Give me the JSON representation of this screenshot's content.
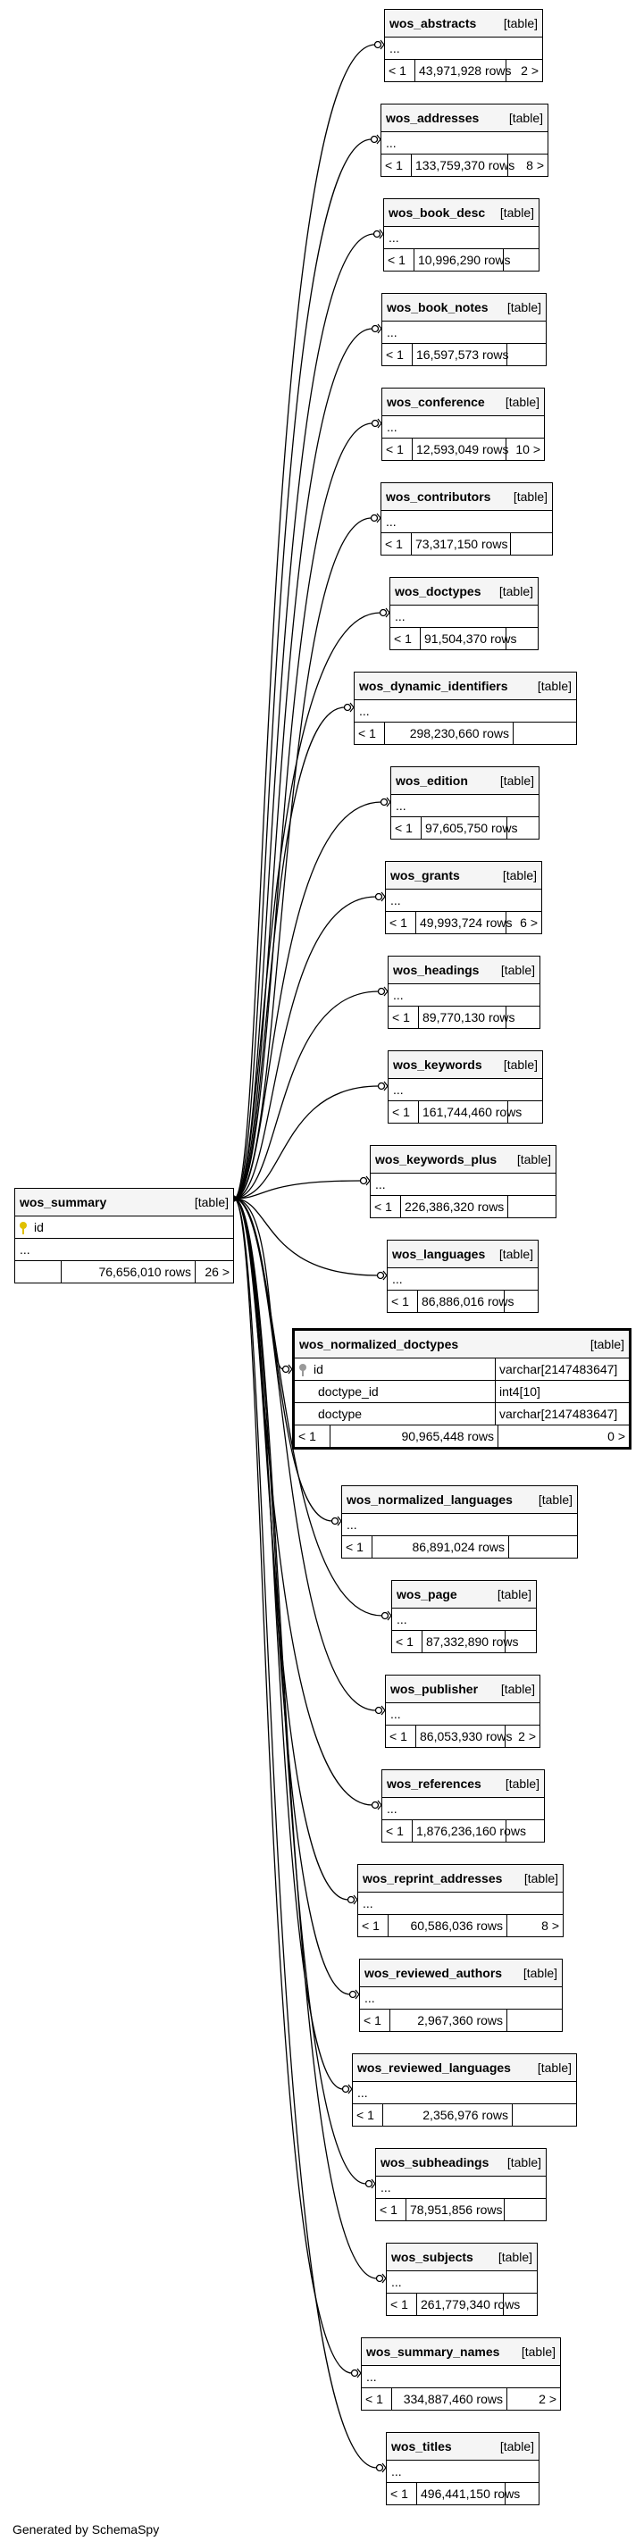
{
  "summary": {
    "name": "wos_summary",
    "tag": "[table]",
    "key_column": "id",
    "ellipsis": "...",
    "rows": "76,656,010 rows",
    "children": "26 >"
  },
  "normalized_doctypes": {
    "name": "wos_normalized_doctypes",
    "tag": "[table]",
    "columns": [
      {
        "name": "id",
        "type": "varchar[2147483647]"
      },
      {
        "name": "doctype_id",
        "type": "int4[10]"
      },
      {
        "name": "doctype",
        "type": "varchar[2147483647]"
      }
    ],
    "parents": "< 1",
    "rows": "90,965,448 rows",
    "children": "0 >"
  },
  "tables": [
    {
      "name": "wos_abstracts",
      "tag": "[table]",
      "ellipsis": "...",
      "parents": "< 1",
      "rows": "43,971,928 rows",
      "children": "2 >"
    },
    {
      "name": "wos_addresses",
      "tag": "[table]",
      "ellipsis": "...",
      "parents": "< 1",
      "rows": "133,759,370 rows",
      "children": "8 >"
    },
    {
      "name": "wos_book_desc",
      "tag": "[table]",
      "ellipsis": "...",
      "parents": "< 1",
      "rows": "10,996,290 rows",
      "children": ""
    },
    {
      "name": "wos_book_notes",
      "tag": "[table]",
      "ellipsis": "...",
      "parents": "< 1",
      "rows": "16,597,573 rows",
      "children": ""
    },
    {
      "name": "wos_conference",
      "tag": "[table]",
      "ellipsis": "...",
      "parents": "< 1",
      "rows": "12,593,049 rows",
      "children": "10 >"
    },
    {
      "name": "wos_contributors",
      "tag": "[table]",
      "ellipsis": "...",
      "parents": "< 1",
      "rows": "73,317,150 rows",
      "children": ""
    },
    {
      "name": "wos_doctypes",
      "tag": "[table]",
      "ellipsis": "...",
      "parents": "< 1",
      "rows": "91,504,370 rows",
      "children": ""
    },
    {
      "name": "wos_dynamic_identifiers",
      "tag": "[table]",
      "ellipsis": "...",
      "parents": "< 1",
      "rows": "298,230,660 rows",
      "children": ""
    },
    {
      "name": "wos_edition",
      "tag": "[table]",
      "ellipsis": "...",
      "parents": "< 1",
      "rows": "97,605,750 rows",
      "children": ""
    },
    {
      "name": "wos_grants",
      "tag": "[table]",
      "ellipsis": "...",
      "parents": "< 1",
      "rows": "49,993,724 rows",
      "children": "6 >"
    },
    {
      "name": "wos_headings",
      "tag": "[table]",
      "ellipsis": "...",
      "parents": "< 1",
      "rows": "89,770,130 rows",
      "children": ""
    },
    {
      "name": "wos_keywords",
      "tag": "[table]",
      "ellipsis": "...",
      "parents": "< 1",
      "rows": "161,744,460 rows",
      "children": ""
    },
    {
      "name": "wos_keywords_plus",
      "tag": "[table]",
      "ellipsis": "...",
      "parents": "< 1",
      "rows": "226,386,320 rows",
      "children": ""
    },
    {
      "name": "wos_languages",
      "tag": "[table]",
      "ellipsis": "...",
      "parents": "< 1",
      "rows": "86,886,016 rows",
      "children": ""
    },
    {
      "name": "wos_normalized_languages",
      "tag": "[table]",
      "ellipsis": "...",
      "parents": "< 1",
      "rows": "86,891,024 rows",
      "children": ""
    },
    {
      "name": "wos_page",
      "tag": "[table]",
      "ellipsis": "...",
      "parents": "< 1",
      "rows": "87,332,890 rows",
      "children": ""
    },
    {
      "name": "wos_publisher",
      "tag": "[table]",
      "ellipsis": "...",
      "parents": "< 1",
      "rows": "86,053,930 rows",
      "children": "2 >"
    },
    {
      "name": "wos_references",
      "tag": "[table]",
      "ellipsis": "...",
      "parents": "< 1",
      "rows": "1,876,236,160 rows",
      "children": ""
    },
    {
      "name": "wos_reprint_addresses",
      "tag": "[table]",
      "ellipsis": "...",
      "parents": "< 1",
      "rows": "60,586,036 rows",
      "children": "8 >"
    },
    {
      "name": "wos_reviewed_authors",
      "tag": "[table]",
      "ellipsis": "...",
      "parents": "< 1",
      "rows": "2,967,360 rows",
      "children": ""
    },
    {
      "name": "wos_reviewed_languages",
      "tag": "[table]",
      "ellipsis": "...",
      "parents": "< 1",
      "rows": "2,356,976 rows",
      "children": ""
    },
    {
      "name": "wos_subheadings",
      "tag": "[table]",
      "ellipsis": "...",
      "parents": "< 1",
      "rows": "78,951,856 rows",
      "children": ""
    },
    {
      "name": "wos_subjects",
      "tag": "[table]",
      "ellipsis": "...",
      "parents": "< 1",
      "rows": "261,779,340 rows",
      "children": ""
    },
    {
      "name": "wos_summary_names",
      "tag": "[table]",
      "ellipsis": "...",
      "parents": "< 1",
      "rows": "334,887,460 rows",
      "children": "2 >"
    },
    {
      "name": "wos_titles",
      "tag": "[table]",
      "ellipsis": "...",
      "parents": "< 1",
      "rows": "496,441,150 rows",
      "children": ""
    }
  ],
  "footer": "Generated by SchemaSpy"
}
